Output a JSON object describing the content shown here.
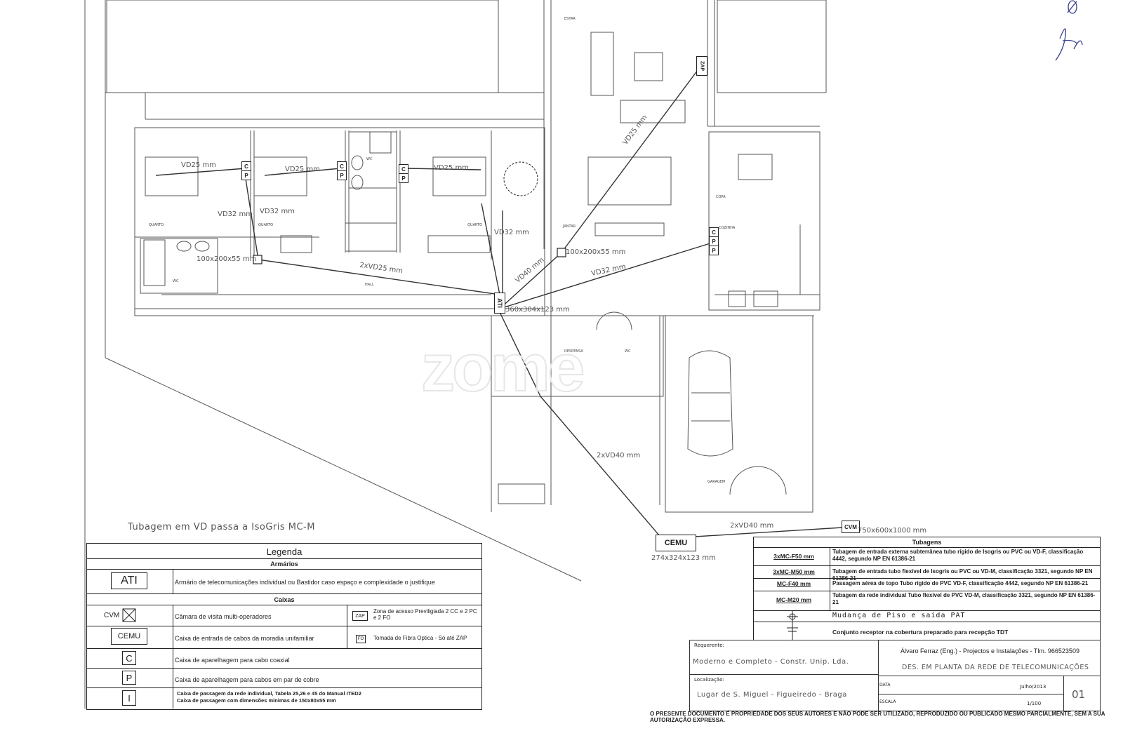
{
  "plan": {
    "note": "Tubagem em VD passa a IsoGris MC-M",
    "watermark": "zome",
    "cable_labels": [
      {
        "id": "vd25a",
        "text": "VD25 mm"
      },
      {
        "id": "vd25b",
        "text": "VD25 mm"
      },
      {
        "id": "vd25c",
        "text": "VD25 mm"
      },
      {
        "id": "vd32a",
        "text": "VD32 mm"
      },
      {
        "id": "vd32b",
        "text": "VD32 mm"
      },
      {
        "id": "vd32c",
        "text": "VD32 mm"
      },
      {
        "id": "vd32d",
        "text": "VD32 mm"
      },
      {
        "id": "vd40",
        "text": "VD40 mm"
      },
      {
        "id": "vd25hall",
        "text": "2xVD25 mm"
      },
      {
        "id": "vd40a",
        "text": "2xVD40 mm"
      },
      {
        "id": "vd40b",
        "text": "2xVD40 mm"
      },
      {
        "id": "vd25zap",
        "text": "VD25 mm"
      }
    ],
    "dimensions": {
      "box_left": "100x200x55 mm",
      "box_mid": "100x200x55 mm",
      "ati": "360x304x123 mm",
      "cemu": "274x324x123 mm",
      "cvm": "750x600x1000 mm"
    },
    "symbols": {
      "ati": "ATI",
      "cemu": "CEMU",
      "cvm": "CVM",
      "zap": "ZAP",
      "c": "C",
      "p": "P",
      "i": "I"
    },
    "rooms": {
      "estar": "ESTAR",
      "quarto": "QUARTO",
      "wc": "WC",
      "hall": "HALL",
      "jantar": "JANTAR",
      "copa": "COPA",
      "cozinha": "COZINHA",
      "despensa": "DESPENSA",
      "garagem": "GARAGEM"
    }
  },
  "legend": {
    "title": "Legenda",
    "armarios_header": "Armários",
    "ati_symbol": "ATI",
    "ati_desc": "Armário de telecomunicações individual ou Bastidor caso espaço e complexidade o justifique",
    "caixas_header": "Caixas",
    "cvm_symbol": "CVM",
    "cvm_desc": "Câmara de visita multi-operadores",
    "zap_symbol": "ZAP",
    "zap_desc": "Zona de acesso Previligiada 2 CC e 2 PC e 2 FO",
    "cemu_symbol": "CEMU",
    "cemu_desc": "Caixa de entrada de cabos da moradia unifamiliar",
    "fo_symbol": "FO",
    "fo_desc": "Tomada de Fibra Optica - Só até ZAP",
    "c_symbol": "C",
    "c_desc": "Caixa de aparelhagem para cabo coaxial",
    "p_symbol": "P",
    "p_desc": "Caixa de aparelhagem para cabos em par de cobre",
    "i_symbol": "I",
    "i_desc_1": "Caixa de passagem da rede individual, Tabela 25,26 e 45 do Manual ITED2",
    "i_desc_2": "Caixa de passagem com dimensões minimas de 150x80x55 mm"
  },
  "tubagens": {
    "title": "Tubagens",
    "rows": [
      {
        "code": "3xMC-F50 mm",
        "desc": "Tubagem de entrada externa subterrânea tubo rígido de Isogris ou PVC ou VD-F, classificação 4442, segundo NP EN 61386-21"
      },
      {
        "code": "3xMC-M50 mm",
        "desc": "Tubagem de entrada tubo flexível de Isogris ou PVC ou VD-M, classificação 3321, segundo NP EN 61386-21"
      },
      {
        "code": "MC-F40 mm",
        "desc": "Passagem aérea de topo Tubo rígido de PVC VD-F, classificação 4442, segundo NP EN 61386-21"
      },
      {
        "code": "MC-M20 mm",
        "desc": "Tubagem da rede individual Tubo flexível de PVC VD-M, classificação 3321, segundo NP EN 61386-21"
      }
    ],
    "floor_change": "Mudança de Piso e saída PAT",
    "antenna": "Conjunto receptor na cobertura preparado para recepção TDT"
  },
  "title_block": {
    "requerente_label": "Requerente:",
    "requerente": "Moderno e Completo - Constr. Unip. Lda.",
    "localizacao_label": "Localização:",
    "localizacao": "Lugar de S. Miguel - Figueiredo - Braga",
    "author": "Álvaro Ferraz (Eng.) - Projectos e Instalações - Tlm. 966523509",
    "drawing": "DES. EM PLANTA DA REDE DE TELECOMUNICAÇÕES",
    "data_label": "DATA",
    "data": "Julho/2013",
    "escala_label": "ESCALA",
    "escala": "1/100",
    "sheet": "01"
  },
  "footer": "O PRESENTE DOCUMENTO É PROPRIEDADE DOS SEUS AUTORES E NÃO PODE SER UTILIZADO, REPRODUZIDO OU PUBLICADO MESMO PARCIALMENTE, SEM A SUA AUTORIZAÇÃO EXPRESSA."
}
